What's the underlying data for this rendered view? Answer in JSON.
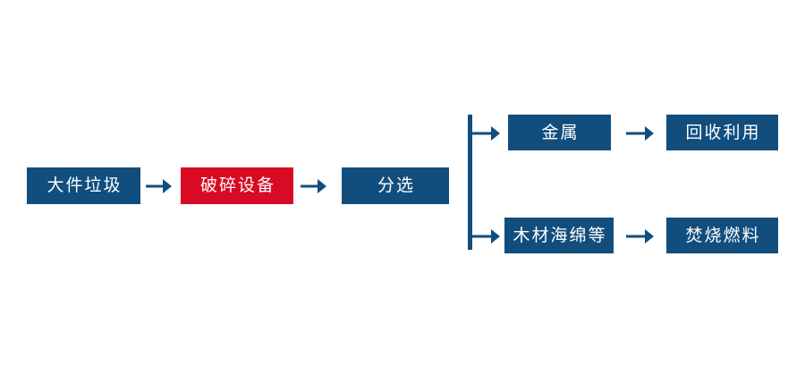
{
  "diagram": {
    "type": "process-flowchart",
    "title": "",
    "background_color": "#FFFFFF",
    "colors": {
      "primary_blue": "#114E7E",
      "highlight_red": "#D80A24",
      "text": "#FFFFFF",
      "connector": "#114E7E"
    },
    "main_flow": [
      {
        "id": "bulky-waste",
        "label": "大件垃圾",
        "color": "#114E7E"
      },
      {
        "id": "crushing-equipment",
        "label": "破碎设备",
        "color": "#D80A24"
      },
      {
        "id": "sorting",
        "label": "分选",
        "color": "#114E7E"
      }
    ],
    "branches": [
      {
        "id": "metal-branch",
        "steps": [
          {
            "id": "metal",
            "label": "金属",
            "color": "#114E7E"
          },
          {
            "id": "recycle",
            "label": "回收利用",
            "color": "#114E7E"
          }
        ]
      },
      {
        "id": "combustible-branch",
        "steps": [
          {
            "id": "wood-sponge",
            "label": "木材海绵等",
            "color": "#114E7E"
          },
          {
            "id": "burn-fuel",
            "label": "焚烧燃料",
            "color": "#114E7E"
          }
        ]
      }
    ],
    "connectors": {
      "arrow_main_1": "arrow-right-icon",
      "arrow_main_2": "arrow-right-icon",
      "arrow_branch_upper": "arrow-right-icon",
      "arrow_branch_lower": "arrow-right-icon",
      "split_upper": "branch-arrow-icon",
      "split_lower": "branch-arrow-icon",
      "trunk": "vertical-connector-line"
    }
  }
}
